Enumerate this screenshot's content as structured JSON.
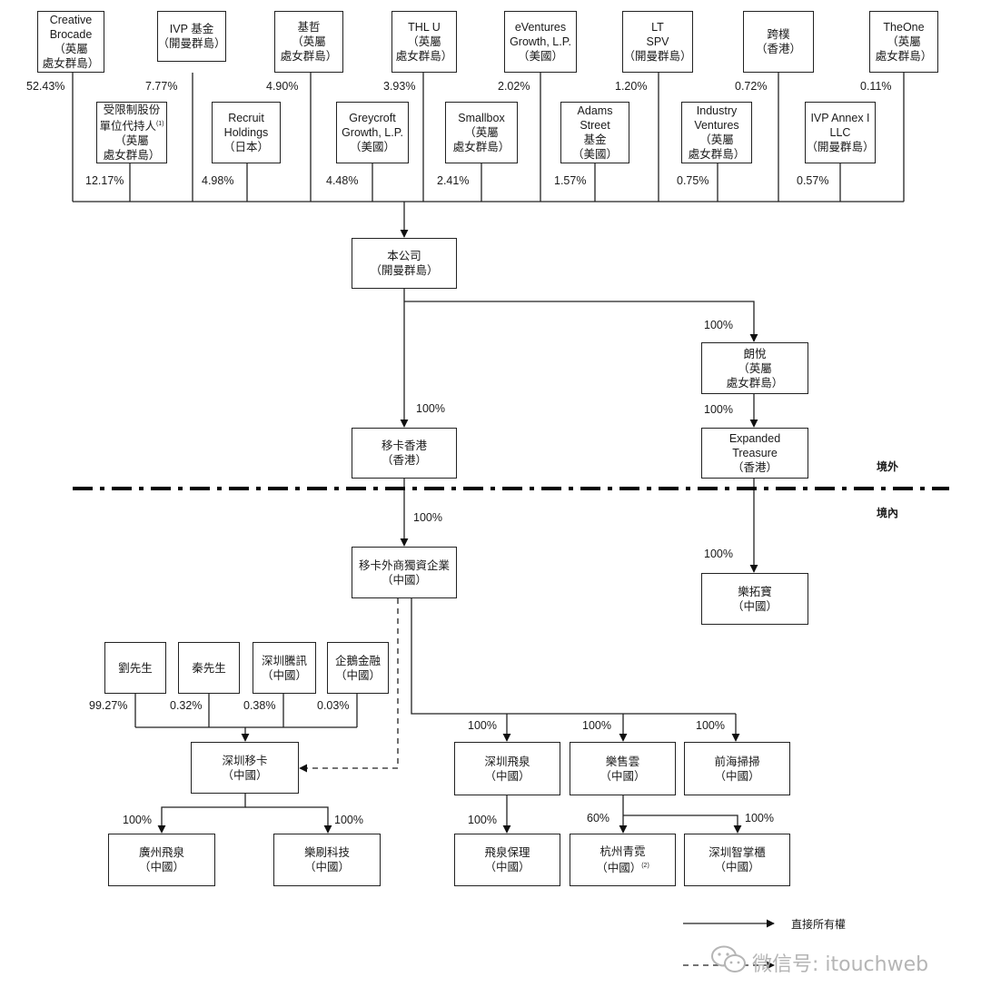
{
  "shareholders": {
    "creative_brocade": {
      "l1": "Creative",
      "l2": "Brocade",
      "l3": "（英屬",
      "l4": "處女群島）",
      "pct": "52.43%"
    },
    "ivp_fund": {
      "l1": "IVP 基金",
      "l2": "（開曼群島）",
      "pct": "7.77%"
    },
    "jizhe": {
      "l1": "基哲",
      "l2": "（英屬",
      "l3": "處女群島）",
      "pct": "4.90%"
    },
    "thl_u": {
      "l1": "THL U",
      "l2": "（英屬",
      "l3": "處女群島）",
      "pct": "3.93%"
    },
    "eventures": {
      "l1": "eVentures",
      "l2": "Growth, L.P.",
      "l3": "（美國）",
      "pct": "2.02%"
    },
    "lt_spv": {
      "l1": "LT",
      "l2": "SPV",
      "l3": "（開曼群島）",
      "pct": "1.20%"
    },
    "yunpu": {
      "l1": "跨樸",
      "l2": "（香港）",
      "pct": "0.72%"
    },
    "theone": {
      "l1": "TheOne",
      "l2": "（英屬",
      "l3": "處女群島）",
      "pct": "0.11%"
    },
    "restricted_holders": {
      "l1": "受限制股份",
      "l2": "單位代持人",
      "sup": "(1)",
      "l3": "（英屬",
      "l4": "處女群島）",
      "pct": "12.17%"
    },
    "recruit": {
      "l1": "Recruit",
      "l2": "Holdings",
      "l3": "（日本）",
      "pct": "4.98%"
    },
    "greycroft": {
      "l1": "Greycroft",
      "l2": "Growth, L.P.",
      "l3": "（美國）",
      "pct": "4.48%"
    },
    "smallbox": {
      "l1": "Smallbox",
      "l2": "（英屬",
      "l3": "處女群島）",
      "pct": "2.41%"
    },
    "adams_street": {
      "l1": "Adams",
      "l2": "Street",
      "l3": "基金",
      "l4": "（美國）",
      "pct": "1.57%"
    },
    "industry_ventures": {
      "l1": "Industry",
      "l2": "Ventures",
      "l3": "（英屬",
      "l4": "處女群島）",
      "pct": "0.75%"
    },
    "ivp_annex": {
      "l1": "IVP Annex I",
      "l2": "LLC",
      "l3": "（開曼群島）",
      "pct": "0.57%"
    }
  },
  "entities": {
    "company": {
      "l1": "本公司",
      "l2": "（開曼群島）"
    },
    "langyue": {
      "l1": "朗悅",
      "l2": "（英屬",
      "l3": "處女群島）",
      "pct": "100%"
    },
    "expanded_treasure": {
      "l1": "Expanded",
      "l2": "Treasure",
      "l3": "（香港）",
      "pct": "100%"
    },
    "yika_hk": {
      "l1": "移卡香港",
      "l2": "（香港）",
      "pct": "100%"
    },
    "yika_wfoe": {
      "l1": "移卡外商獨資企業",
      "l2": "（中國）",
      "pct": "100%"
    },
    "letuobao": {
      "l1": "樂拓寶",
      "l2": "（中國）",
      "pct": "100%"
    },
    "mr_liu": {
      "l1": "劉先生",
      "pct": "99.27%"
    },
    "mr_qin": {
      "l1": "秦先生",
      "pct": "0.32%"
    },
    "shenzhen_tencent": {
      "l1": "深圳騰訊",
      "l2": "（中國）",
      "pct": "0.38%"
    },
    "qie_finance": {
      "l1": "企鵝金融",
      "l2": "（中國）",
      "pct": "0.03%"
    },
    "shenzhen_yika": {
      "l1": "深圳移卡",
      "l2": "（中國）"
    },
    "shenzhen_feiquan": {
      "l1": "深圳飛泉",
      "l2": "（中國）",
      "pct": "100%"
    },
    "leshouyun": {
      "l1": "樂售雲",
      "l2": "（中國）",
      "pct": "100%"
    },
    "qianhai_saosao": {
      "l1": "前海掃掃",
      "l2": "（中國）",
      "pct": "100%"
    },
    "guangzhou_feiquan": {
      "l1": "廣州飛泉",
      "l2": "（中國）",
      "pct": "100%"
    },
    "leshua_tech": {
      "l1": "樂刷科技",
      "l2": "（中國）",
      "pct": "100%"
    },
    "feiquan_factoring": {
      "l1": "飛泉保理",
      "l2": "（中國）",
      "pct": "100%"
    },
    "hangzhou_qingni": {
      "l1": "杭州青霓",
      "l2": "（中國）",
      "sup": "(2)",
      "pct": "60%"
    },
    "shenzhen_zhizhanggui": {
      "l1": "深圳智掌櫃",
      "l2": "（中國）",
      "pct": "100%"
    }
  },
  "zones": {
    "offshore": "境外",
    "onshore": "境內"
  },
  "legend": {
    "direct": "直接所有權"
  },
  "watermark": {
    "text": "微信号: itouchweb"
  }
}
